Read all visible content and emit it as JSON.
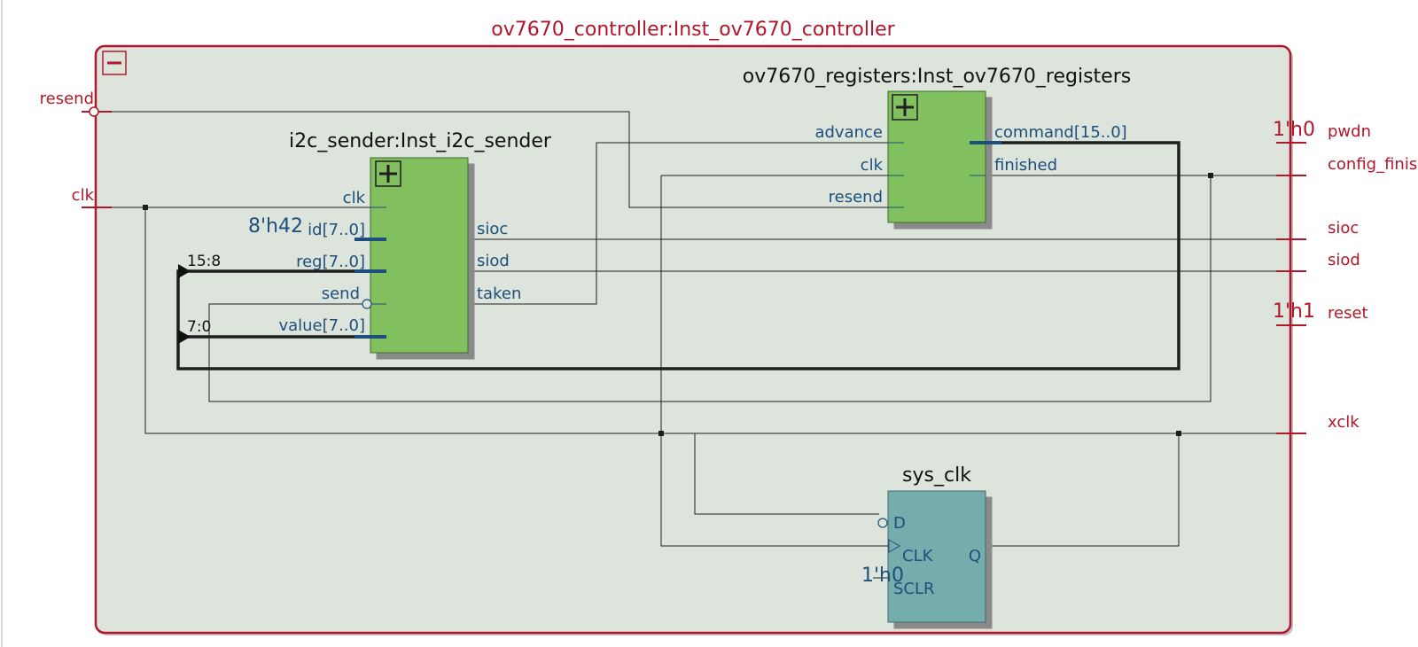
{
  "controller": {
    "title": "ov7670_controller:Inst_ov7670_controller",
    "collapse_icon": "minus-box-icon",
    "inputs": {
      "resend": "resend",
      "clk": "clk"
    },
    "outputs": {
      "pwdn": "pwdn",
      "config_finished": "config_finis",
      "sioc": "sioc",
      "siod": "siod",
      "reset": "reset",
      "xclk": "xclk"
    },
    "consts": {
      "pwdn": "1'h0",
      "reset": "1'h1"
    }
  },
  "i2c_sender": {
    "title": "i2c_sender:Inst_i2c_sender",
    "expand_icon": "plus-box-icon",
    "pins": {
      "clk": "clk",
      "id": "id[7..0]",
      "reg": "reg[7..0]",
      "send": "send",
      "value": "value[7..0]",
      "sioc": "sioc",
      "siod": "siod",
      "taken": "taken"
    },
    "const_id": "8'h42"
  },
  "registers": {
    "title": "ov7670_registers:Inst_ov7670_registers",
    "expand_icon": "plus-box-icon",
    "pins": {
      "advance": "advance",
      "clk": "clk",
      "resend": "resend",
      "command": "command[15..0]",
      "finished": "finished"
    }
  },
  "sys_clk": {
    "title": "sys_clk",
    "pins": {
      "d": "D",
      "clk": "CLK",
      "sclr": "SCLR",
      "q": "Q"
    },
    "const_sclr": "1'h0"
  },
  "bus_taps": {
    "high": "15:8",
    "low": "7:0"
  }
}
